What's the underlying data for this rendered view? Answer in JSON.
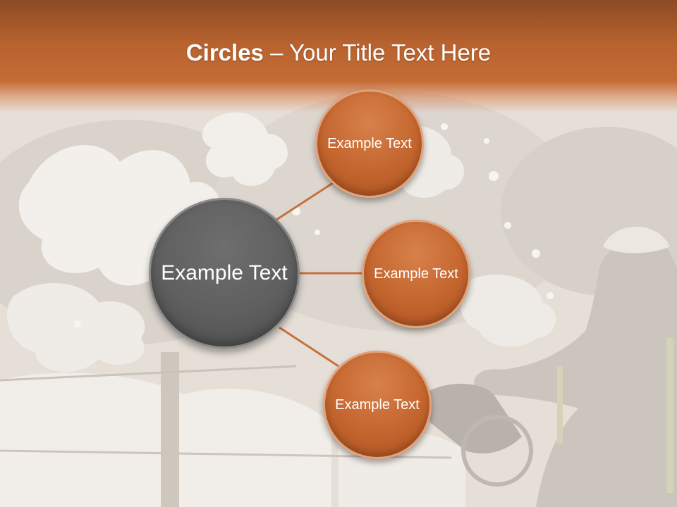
{
  "slide": {
    "title_bold": "Circles",
    "title_rest": " – Your Title Text Here"
  },
  "diagram": {
    "center": {
      "label": "Example Text"
    },
    "nodes": [
      {
        "label": "Example Text"
      },
      {
        "label": "Example Text"
      },
      {
        "label": "Example Text"
      }
    ]
  },
  "colors": {
    "title_band": "#b7622f",
    "node_fill": "#c4652e",
    "center_fill": "#5f5f5f",
    "connector": "#c8703d"
  }
}
